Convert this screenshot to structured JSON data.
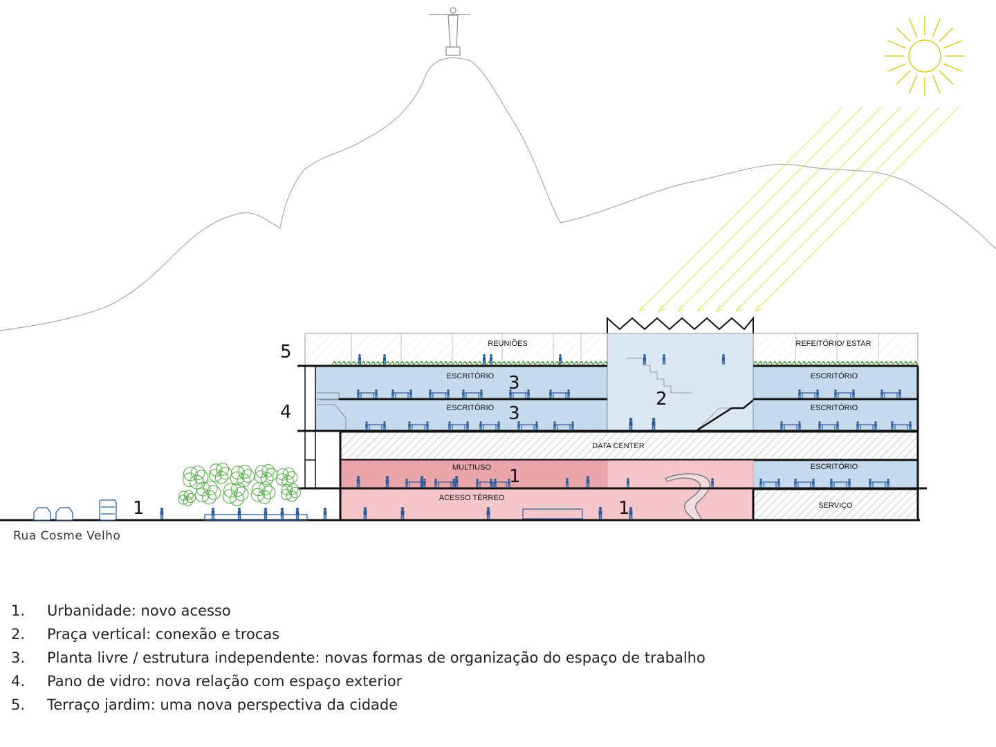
{
  "street": {
    "name": "Rua Cosme Velho"
  },
  "colors": {
    "blue_fill": "#c6daee",
    "blue_light": "#dbe8f4",
    "pink_dark": "#eba6ac",
    "pink_light": "#f5c7ca",
    "sun": "#d8c200",
    "rays": "#e1e36a",
    "vegetation": "#5aae4c",
    "people": "#2b5d9a",
    "mountain": "#a8a8a8"
  },
  "icons": [
    "christ-redeemer-statue-icon",
    "sun-icon",
    "car-icon",
    "bus-icon",
    "tree-icon",
    "person-icon",
    "spiral-staircase-icon"
  ],
  "levels": {
    "roof": {
      "left_label": "REUNIÕES",
      "right_label": "REFEITÓRIO/ ESTAR"
    },
    "office_upper": {
      "left_label": "ESCRITÓRIO",
      "right_label": "ESCRITÓRIO"
    },
    "office_lower": {
      "left_label": "ESCRITÓRIO",
      "right_label": "ESCRITÓRIO"
    },
    "data_center": {
      "label": "DATA CENTER"
    },
    "mezzanine": {
      "left_label": "MULTIUSO",
      "right_label": "ESCRITÓRIO"
    },
    "ground": {
      "left_label": "ACESSO TÉRREO",
      "right_label": "SERVIÇO"
    }
  },
  "markers": {
    "terrace": "5",
    "glass": "4",
    "office_upper": "3",
    "office_lower": "3",
    "vertical_plaza": "2",
    "street_access": "1",
    "multiuso": "1",
    "ground_access": "1"
  },
  "legend": [
    {
      "num": "1.",
      "text": "Urbanidade: novo acesso"
    },
    {
      "num": "2.",
      "text": "Praça vertical: conexão e trocas"
    },
    {
      "num": "3.",
      "text": "Planta livre / estrutura independente: novas formas de organização do espaço de trabalho"
    },
    {
      "num": "4.",
      "text": "Pano de vidro: nova relação com espaço exterior"
    },
    {
      "num": "5.",
      "text": "Terraço jardim: uma nova perspectiva da cidade"
    }
  ]
}
